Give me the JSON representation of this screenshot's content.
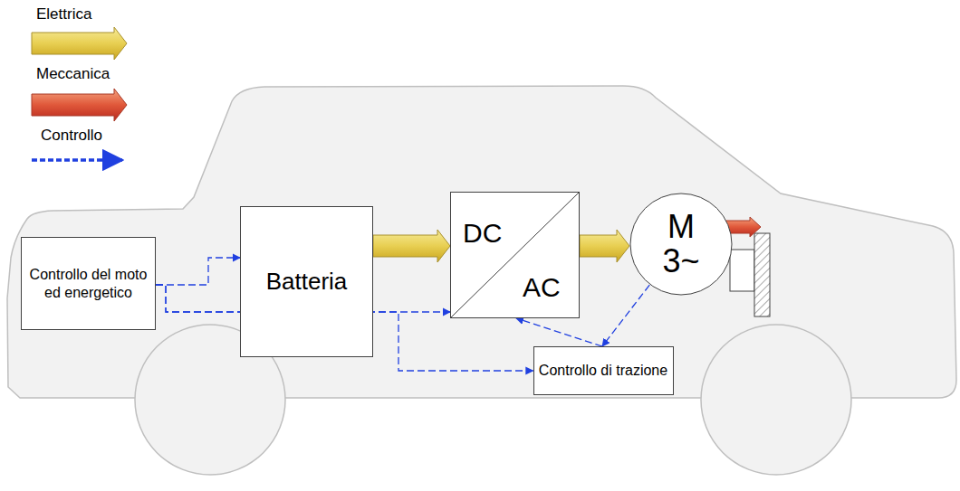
{
  "diagram": {
    "nodes": [
      {
        "text": [
          "Controllo del moto ed energetico"
        ]
      },
      {
        "text": [
          "Batteria"
        ]
      },
      {
        "text": [
          "DC",
          "AC"
        ]
      },
      {
        "text": [
          "M",
          "3~"
        ]
      },
      {
        "text": [
          "Controllo di trazione"
        ]
      }
    ],
    "edges": [
      {
        "from": 1,
        "to": 2,
        "arrow": "to"
      },
      {
        "from": 2,
        "to": 3,
        "arrow": "to"
      },
      {
        "from": 0,
        "to": 1,
        "arrow": "to"
      },
      {
        "from": 0,
        "to": 2,
        "arrow": "to"
      },
      {
        "from": 0,
        "to": 4,
        "arrow": "to"
      },
      {
        "from": 3,
        "to": 4,
        "arrow": "to"
      },
      {
        "from": 4,
        "to": 2,
        "arrow": "to"
      }
    ],
    "legend": [
      {
        "text": "Elettrica"
      },
      {
        "text": "Meccanica"
      },
      {
        "text": "Controllo"
      }
    ]
  }
}
